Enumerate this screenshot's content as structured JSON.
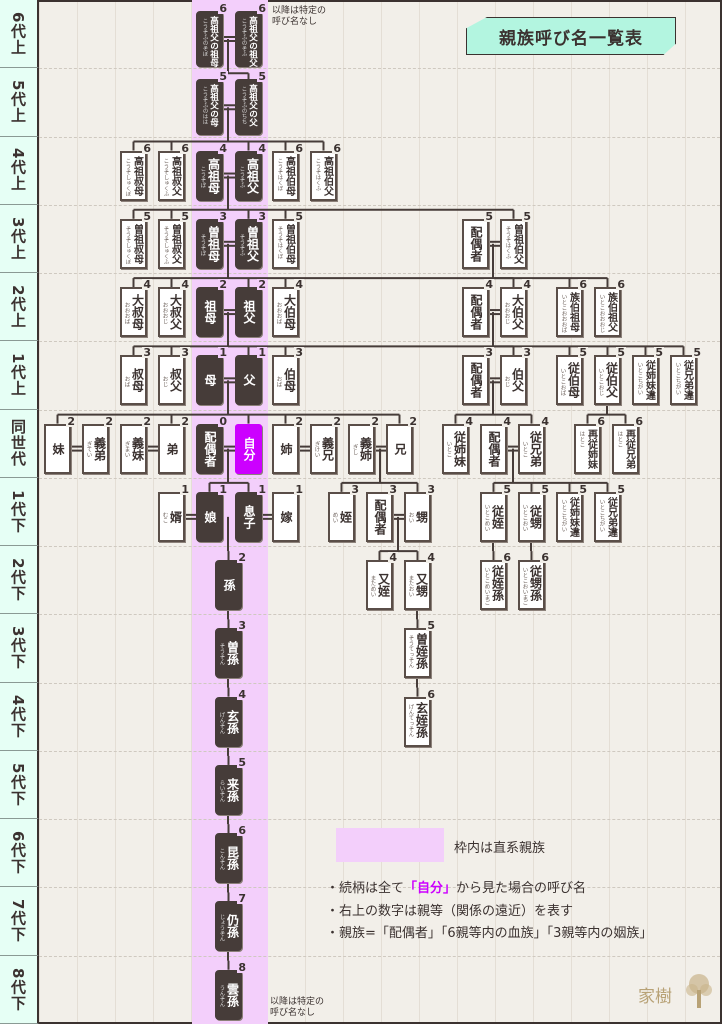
{
  "title": "親族呼び名一覧表",
  "rows": [
    "6代上",
    "5代上",
    "4代上",
    "3代上",
    "2代上",
    "1代上",
    "同世代",
    "1代下",
    "2代下",
    "3代下",
    "4代下",
    "5代下",
    "6代下",
    "7代下",
    "8代下"
  ],
  "notes": {
    "top": "以降は特定の\n呼び名なし",
    "bottom": "以降は特定の\n呼び名なし"
  },
  "legend": {
    "box_label": "枠内は直系親族",
    "bullet1_pre": "・続柄は全て",
    "bullet1_hl": "「自分」",
    "bullet1_post": "から見た場合の呼び名",
    "bullet2": "・右上の数字は親等（関係の遠近）を表す",
    "bullet3": "・親族=「配偶者」「6親等内の血族」「3親等内の姻族」"
  },
  "logo": "家樹",
  "colors": {
    "direct": "#463c39",
    "self": "#cc00ff",
    "direct_band": "#f3cffb",
    "title_bg": "#b3f5e0"
  },
  "nodes": [
    {
      "name": "高祖父の祖母",
      "reading": "こうそふのそぼ",
      "degree": "6",
      "type": "direct"
    },
    {
      "name": "高祖父の祖父",
      "reading": "こうそふのそふ",
      "degree": "6",
      "type": "direct"
    },
    {
      "name": "高祖父の母",
      "reading": "こうそふのはは",
      "degree": "5",
      "type": "direct"
    },
    {
      "name": "高祖父の父",
      "reading": "こうそふのちち",
      "degree": "5",
      "type": "direct"
    },
    {
      "name": "高祖叔母",
      "reading": "こうそしゅくぼ",
      "degree": "6",
      "type": "collateral"
    },
    {
      "name": "高祖叔父",
      "reading": "こうそしゅくふ",
      "degree": "6",
      "type": "collateral"
    },
    {
      "name": "高祖母",
      "reading": "こうそぼ",
      "degree": "4",
      "type": "direct"
    },
    {
      "name": "高祖父",
      "reading": "こうそふ",
      "degree": "4",
      "type": "direct"
    },
    {
      "name": "高祖伯母",
      "reading": "こうそはくぼ",
      "degree": "6",
      "type": "collateral"
    },
    {
      "name": "高祖伯父",
      "reading": "こうそはくふ",
      "degree": "6",
      "type": "collateral"
    },
    {
      "name": "曽祖叔母",
      "reading": "そうそしゅくぼ",
      "degree": "5",
      "type": "collateral"
    },
    {
      "name": "曽祖叔父",
      "reading": "そうそしゅくふ",
      "degree": "5",
      "type": "collateral"
    },
    {
      "name": "曽祖母",
      "reading": "そうそぼ",
      "degree": "3",
      "type": "direct"
    },
    {
      "name": "曽祖父",
      "reading": "そうそふ",
      "degree": "3",
      "type": "direct"
    },
    {
      "name": "曽祖伯母",
      "reading": "そうそはくぼ",
      "degree": "5",
      "type": "collateral"
    },
    {
      "name": "配偶者",
      "reading": "",
      "degree": "5",
      "type": "collateral"
    },
    {
      "name": "曽祖伯父",
      "reading": "そうそはくふ",
      "degree": "5",
      "type": "collateral"
    },
    {
      "name": "大叔母",
      "reading": "おおおば",
      "degree": "4",
      "type": "collateral"
    },
    {
      "name": "大叔父",
      "reading": "おおおじ",
      "degree": "4",
      "type": "collateral"
    },
    {
      "name": "祖母",
      "reading": "",
      "degree": "2",
      "type": "direct"
    },
    {
      "name": "祖父",
      "reading": "",
      "degree": "2",
      "type": "direct"
    },
    {
      "name": "大伯母",
      "reading": "おおおば",
      "degree": "4",
      "type": "collateral"
    },
    {
      "name": "配偶者",
      "reading": "",
      "degree": "4",
      "type": "collateral"
    },
    {
      "name": "大伯父",
      "reading": "おおおじ",
      "degree": "4",
      "type": "collateral"
    },
    {
      "name": "族伯祖母",
      "reading": "いとこおおおば",
      "degree": "6",
      "type": "collateral"
    },
    {
      "name": "族伯祖父",
      "reading": "いとこおおおじ",
      "degree": "6",
      "type": "collateral"
    },
    {
      "name": "叔母",
      "reading": "おば",
      "degree": "3",
      "type": "collateral"
    },
    {
      "name": "叔父",
      "reading": "おじ",
      "degree": "3",
      "type": "collateral"
    },
    {
      "name": "母",
      "reading": "",
      "degree": "1",
      "type": "direct"
    },
    {
      "name": "父",
      "reading": "",
      "degree": "1",
      "type": "direct"
    },
    {
      "name": "伯母",
      "reading": "おば",
      "degree": "3",
      "type": "collateral"
    },
    {
      "name": "配偶者",
      "reading": "",
      "degree": "3",
      "type": "collateral"
    },
    {
      "name": "伯父",
      "reading": "おじ",
      "degree": "3",
      "type": "collateral"
    },
    {
      "name": "従伯母",
      "reading": "いとこおば",
      "degree": "5",
      "type": "collateral"
    },
    {
      "name": "従伯父",
      "reading": "いとこおじ",
      "degree": "5",
      "type": "collateral"
    },
    {
      "name": "従姉妹違",
      "reading": "いとこちがい",
      "degree": "5",
      "type": "collateral"
    },
    {
      "name": "従兄弟違",
      "reading": "いとこちがい",
      "degree": "5",
      "type": "collateral"
    },
    {
      "name": "妹",
      "reading": "",
      "degree": "2",
      "type": "collateral"
    },
    {
      "name": "義弟",
      "reading": "ぎてい",
      "degree": "2",
      "type": "collateral"
    },
    {
      "name": "義妹",
      "reading": "ぎまい",
      "degree": "2",
      "type": "collateral"
    },
    {
      "name": "弟",
      "reading": "",
      "degree": "2",
      "type": "collateral"
    },
    {
      "name": "配偶者",
      "reading": "",
      "degree": "0",
      "type": "direct"
    },
    {
      "name": "自分",
      "reading": "",
      "degree": "",
      "type": "self"
    },
    {
      "name": "姉",
      "reading": "",
      "degree": "2",
      "type": "collateral"
    },
    {
      "name": "義兄",
      "reading": "ぎけい",
      "degree": "2",
      "type": "collateral"
    },
    {
      "name": "義姉",
      "reading": "ぎし",
      "degree": "2",
      "type": "collateral"
    },
    {
      "name": "兄",
      "reading": "",
      "degree": "2",
      "type": "collateral"
    },
    {
      "name": "従姉妹",
      "reading": "いとこ",
      "degree": "4",
      "type": "collateral"
    },
    {
      "name": "配偶者",
      "reading": "",
      "degree": "4",
      "type": "collateral"
    },
    {
      "name": "従兄弟",
      "reading": "いとこ",
      "degree": "4",
      "type": "collateral"
    },
    {
      "name": "再従姉妹",
      "reading": "はとこ",
      "degree": "6",
      "type": "collateral"
    },
    {
      "name": "再従兄弟",
      "reading": "はとこ",
      "degree": "6",
      "type": "collateral"
    },
    {
      "name": "婿",
      "reading": "むこ",
      "degree": "1",
      "type": "collateral"
    },
    {
      "name": "娘",
      "reading": "",
      "degree": "1",
      "type": "direct"
    },
    {
      "name": "息子",
      "reading": "",
      "degree": "1",
      "type": "direct"
    },
    {
      "name": "嫁",
      "reading": "",
      "degree": "1",
      "type": "collateral"
    },
    {
      "name": "姪",
      "reading": "めい",
      "degree": "3",
      "type": "collateral"
    },
    {
      "name": "配偶者",
      "reading": "",
      "degree": "3",
      "type": "collateral"
    },
    {
      "name": "甥",
      "reading": "おい",
      "degree": "3",
      "type": "collateral"
    },
    {
      "name": "従姪",
      "reading": "いとこめい",
      "degree": "5",
      "type": "collateral"
    },
    {
      "name": "従甥",
      "reading": "いとこおい",
      "degree": "5",
      "type": "collateral"
    },
    {
      "name": "従姉妹違",
      "reading": "いとこちがい",
      "degree": "5",
      "type": "collateral"
    },
    {
      "name": "従兄弟違",
      "reading": "いとこちがい",
      "degree": "5",
      "type": "collateral"
    },
    {
      "name": "孫",
      "reading": "",
      "degree": "2",
      "type": "direct"
    },
    {
      "name": "又姪",
      "reading": "まためい",
      "degree": "4",
      "type": "collateral"
    },
    {
      "name": "又甥",
      "reading": "またおい",
      "degree": "4",
      "type": "collateral"
    },
    {
      "name": "従姪孫",
      "reading": "いとこめいまご",
      "degree": "6",
      "type": "collateral"
    },
    {
      "name": "従甥孫",
      "reading": "いとこおいまご",
      "degree": "6",
      "type": "collateral"
    },
    {
      "name": "曽孫",
      "reading": "そうそん",
      "degree": "3",
      "type": "direct"
    },
    {
      "name": "曽姪孫",
      "reading": "そうてっそん",
      "degree": "5",
      "type": "collateral"
    },
    {
      "name": "玄孫",
      "reading": "げんそん",
      "degree": "4",
      "type": "direct"
    },
    {
      "name": "玄姪孫",
      "reading": "げんてっそん",
      "degree": "6",
      "type": "collateral"
    },
    {
      "name": "来孫",
      "reading": "らいそん",
      "degree": "5",
      "type": "direct"
    },
    {
      "name": "昆孫",
      "reading": "こんそん",
      "degree": "6",
      "type": "direct"
    },
    {
      "name": "仍孫",
      "reading": "じょうそん",
      "degree": "7",
      "type": "direct"
    },
    {
      "name": "雲孫",
      "reading": "うんそん",
      "degree": "8",
      "type": "direct"
    }
  ]
}
